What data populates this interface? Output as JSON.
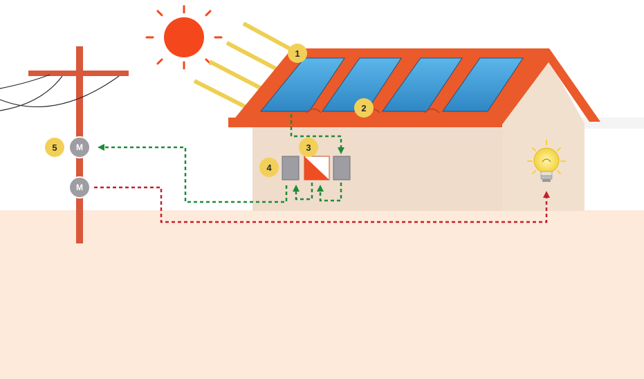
{
  "colors": {
    "sky": "#ffffff",
    "ground": "#fdeadb",
    "sun": "#f5471c",
    "sun_rays": "#eecf52",
    "roof": "#ea5a2a",
    "wall": "#efdccb",
    "panel": "#3f9fd8",
    "pole": "#d9573a",
    "meter": "#9d9da3",
    "badge": "#f2d058",
    "solar_flow": "#1f8a3a",
    "grid_flow": "#c2202c"
  },
  "badges": [
    {
      "id": "1",
      "label": "1"
    },
    {
      "id": "2",
      "label": "2"
    },
    {
      "id": "3",
      "label": "3"
    },
    {
      "id": "4",
      "label": "4"
    },
    {
      "id": "5",
      "label": "5"
    }
  ],
  "meters": {
    "export_meter_label": "M",
    "import_meter_label": "M"
  },
  "icons": [
    "sun-icon",
    "solar-panel-icon",
    "inverter-icon",
    "battery-icon",
    "utility-pole-icon",
    "meter-icon",
    "light-bulb-icon"
  ]
}
